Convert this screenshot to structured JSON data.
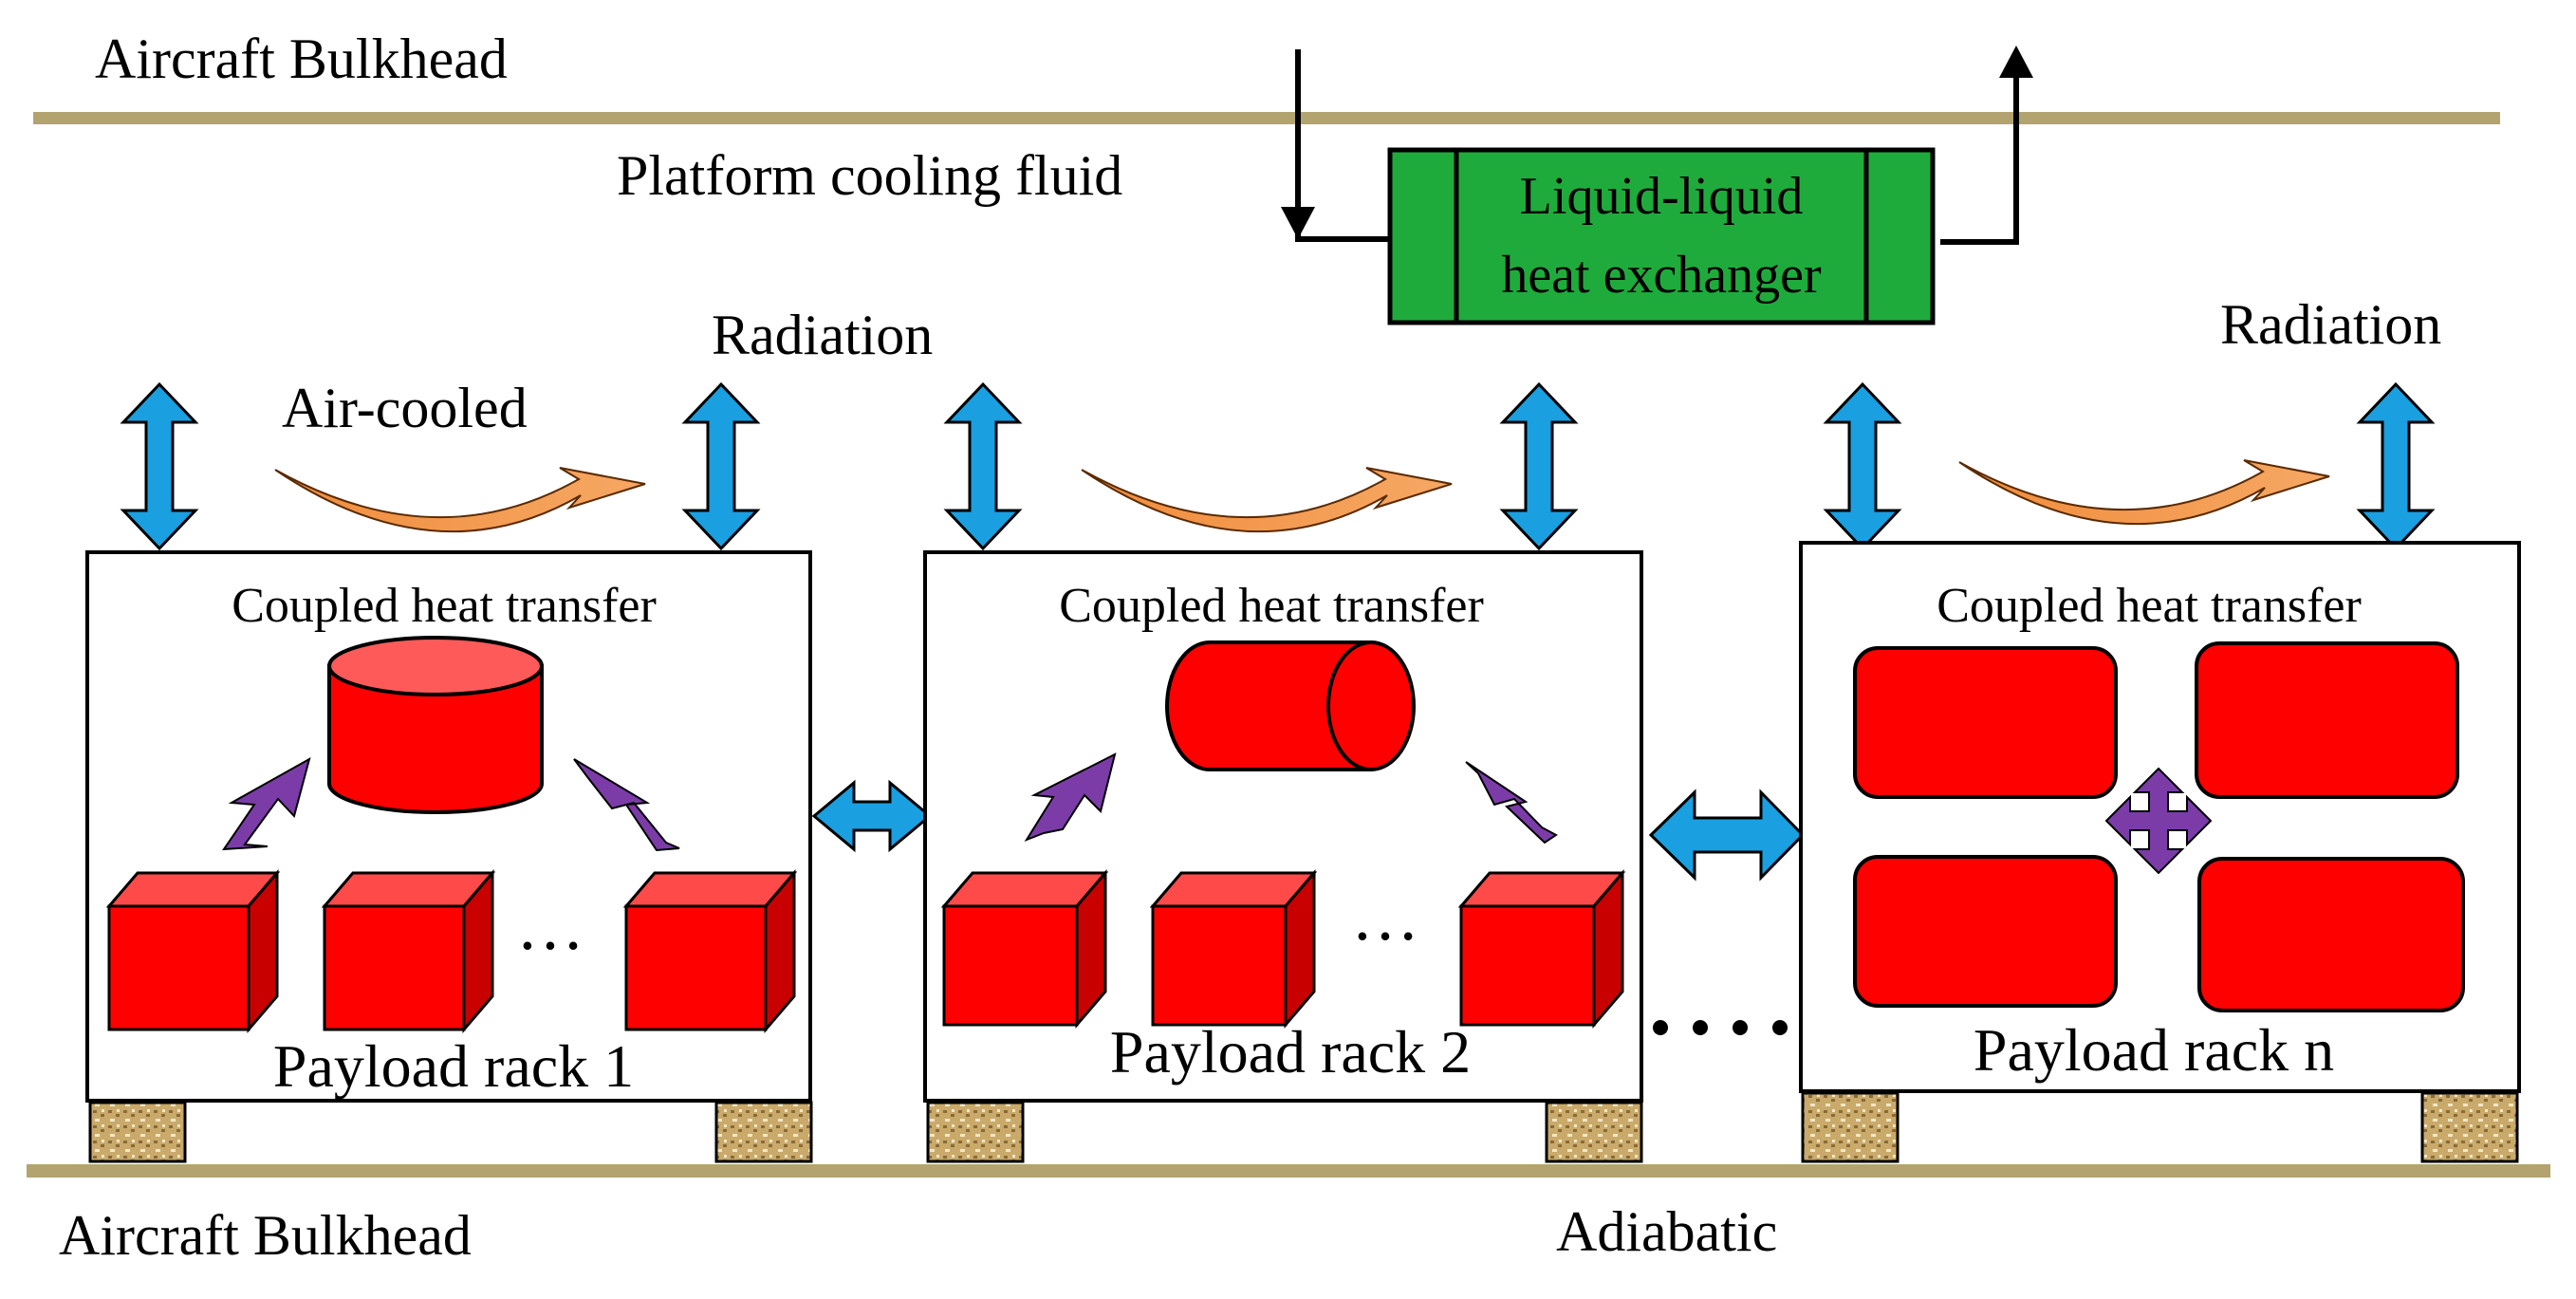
{
  "labels": {
    "bulkhead_top": "Aircraft Bulkhead",
    "bulkhead_bottom": "Aircraft Bulkhead",
    "platform_fluid": "Platform cooling fluid",
    "hx_line1": "Liquid-liquid",
    "hx_line2": "heat exchanger",
    "radiation_left": "Radiation",
    "radiation_right": "Radiation",
    "air_cooled": "Air-cooled",
    "adiabatic": "Adiabatic",
    "coupled_1": "Coupled heat transfer",
    "coupled_2": "Coupled heat transfer",
    "coupled_3": "Coupled heat transfer",
    "rack_1": "Payload rack 1",
    "rack_2": "Payload rack 2",
    "rack_n": "Payload rack n",
    "ellipsis": "…"
  },
  "colors": {
    "bulkhead": "#b3a46f",
    "heat_exchanger": "#1fab3c",
    "radiation_arrow": "#1a9fe0",
    "air_arrow": "#e8782a",
    "component": "#ff0000",
    "component_top": "#ff4a4a",
    "component_side": "#c80000",
    "internal_arrow": "#7b3ca8",
    "support": "#c9aa6b"
  }
}
